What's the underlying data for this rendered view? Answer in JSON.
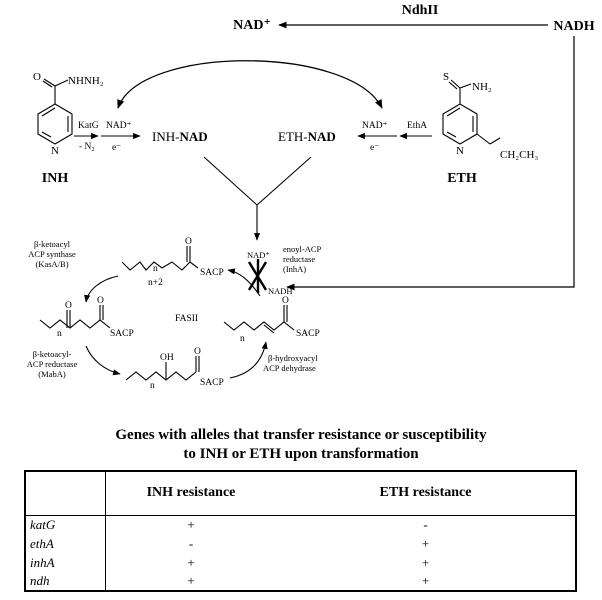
{
  "pathway": {
    "ndhII": "NdhII",
    "nadh_top": "NADH",
    "nad_plus": "NAD⁺",
    "inh_hydrazide": "NHNH₂",
    "inh_name": "INH",
    "katg": "KatG",
    "minus_n2": "- N₂",
    "nad_small_left": "NAD⁺",
    "e_minus_left": "e⁻",
    "inh_nad_prefix": "INH-",
    "inh_nad_suffix": "NAD",
    "eth_nad_prefix": "ETH-",
    "eth_nad_suffix": "NAD",
    "nad_small_right": "NAD⁺",
    "etha": "EthA",
    "e_minus_right": "e⁻",
    "eth_thioamide_s": "S",
    "eth_nh2": "NH₂",
    "eth_ethyl": "CH₂CH₃",
    "eth_name": "ETH",
    "pyridine_n": "N",
    "carbonyl_o": "O"
  },
  "fasii": {
    "center": "FASII",
    "kasab": [
      "β-ketoacyl",
      "ACP synthase",
      "(KasA/B)"
    ],
    "maba": [
      "β-ketoacyl-",
      "ACP reductase",
      "(MabA)"
    ],
    "inha": [
      "enoyl-ACP",
      "reductase",
      "(InhA)"
    ],
    "dehydrase": [
      "β-hydroxyacyl",
      "ACP dehydrase"
    ],
    "sacp": "SACP",
    "n": "n",
    "n_plus_2": "n+2",
    "oh": "OH",
    "o": "O",
    "nad_plus_inha": "NAD⁺",
    "nadh_inha": "NADH"
  },
  "table": {
    "heading_line1": "Genes with alleles that transfer resistance or susceptibility",
    "heading_line2": "to INH or ETH upon transformation",
    "columns": [
      "",
      "INH resistance",
      "ETH resistance"
    ],
    "rows": [
      {
        "gene": "katG",
        "inh": "+",
        "eth": "-"
      },
      {
        "gene": "ethA",
        "inh": "-",
        "eth": "+"
      },
      {
        "gene": "inhA",
        "inh": "+",
        "eth": "+"
      },
      {
        "gene": "ndh",
        "inh": "+",
        "eth": "+"
      }
    ]
  }
}
